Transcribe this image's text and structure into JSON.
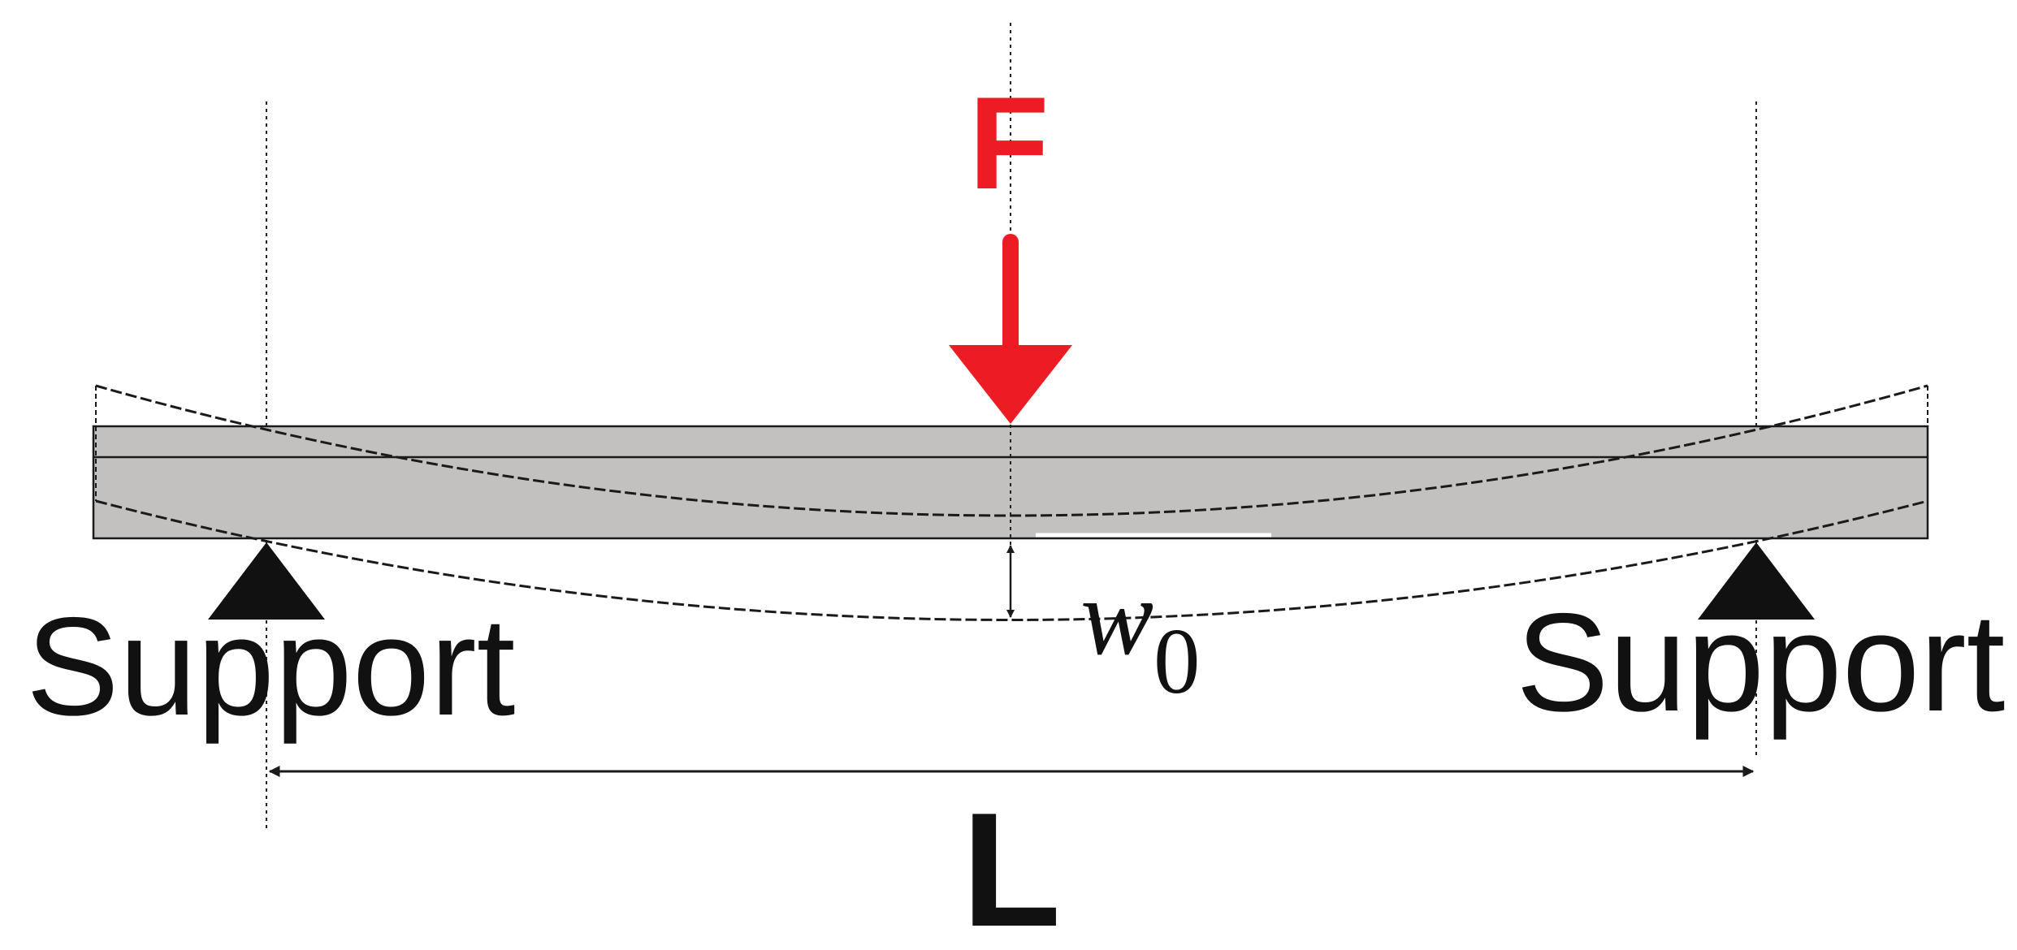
{
  "labels": {
    "force": "F",
    "support_left": "Support",
    "support_right": "Support",
    "deflection_symbol": "w",
    "deflection_subscript": "0",
    "span": "L"
  },
  "colors": {
    "force": "#ED1C24",
    "beam_fill": "#C3C1C0",
    "beam_stroke": "#1a1a1a",
    "text": "#111111"
  },
  "icons": {
    "support": "triangle-support-icon",
    "force_arrow": "down-arrow-icon",
    "span_arrow": "double-headed-arrow-icon",
    "deflection_arrow": "double-headed-arrow-icon"
  }
}
